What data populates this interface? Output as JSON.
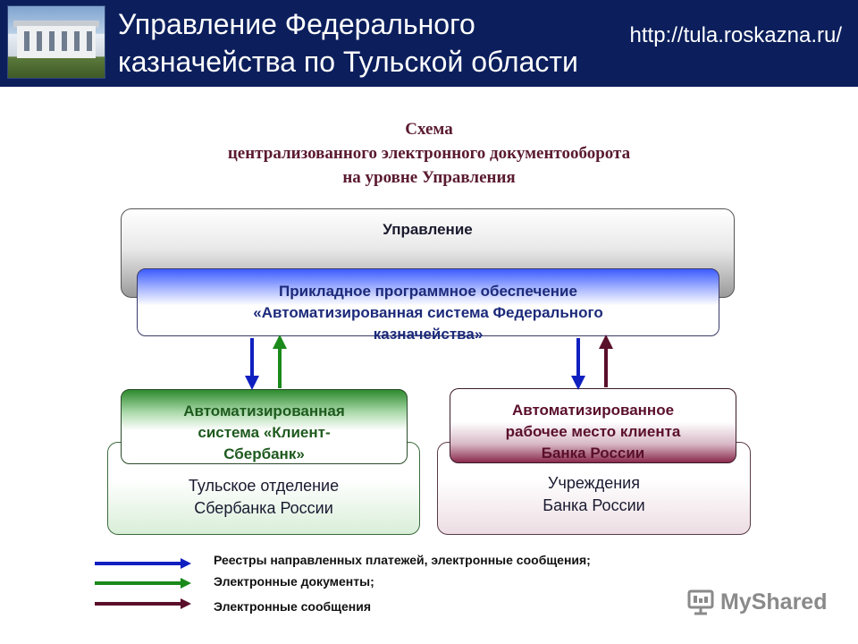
{
  "header": {
    "title_line1": "Управление Федерального",
    "title_line2": "казначейства по Тульской области",
    "url": "http://tula.roskazna.ru/"
  },
  "title": {
    "line1": "Схема",
    "line2": "централизованного электронного документооборота",
    "line3": "на уровне Управления"
  },
  "nodes": {
    "upravlenie": "Управление",
    "app_line1": "Прикладное программное обеспечение",
    "app_line2": "«Автоматизированная система Федерального",
    "app_line3": "казначейства»",
    "sber_system_line1": "Автоматизированная",
    "sber_system_line2": "система «Клиент-",
    "sber_system_line3": "Сбербанк»",
    "sber_base_line1": "Тульское отделение",
    "sber_base_line2": "Сбербанка России",
    "bank_workplace_line1": "Автоматизированное",
    "bank_workplace_line2": "рабочее место клиента",
    "bank_workplace_line3": "Банка России",
    "bank_base_line1": "Учреждения",
    "bank_base_line2": "Банка России"
  },
  "legend": [
    {
      "label": "Реестры направленных платежей, электронные сообщения;",
      "color": "#1020c0"
    },
    {
      "label": "Электронные документы;",
      "color": "#1a8a1a"
    },
    {
      "label": "Электронные сообщения",
      "color": "#5a0f2a"
    }
  ],
  "watermark": "MyShared",
  "colors": {
    "blue": "#1020c0",
    "green": "#1a8a1a",
    "maroon": "#5a0f2a",
    "header_bg": "#0c1f5c"
  }
}
